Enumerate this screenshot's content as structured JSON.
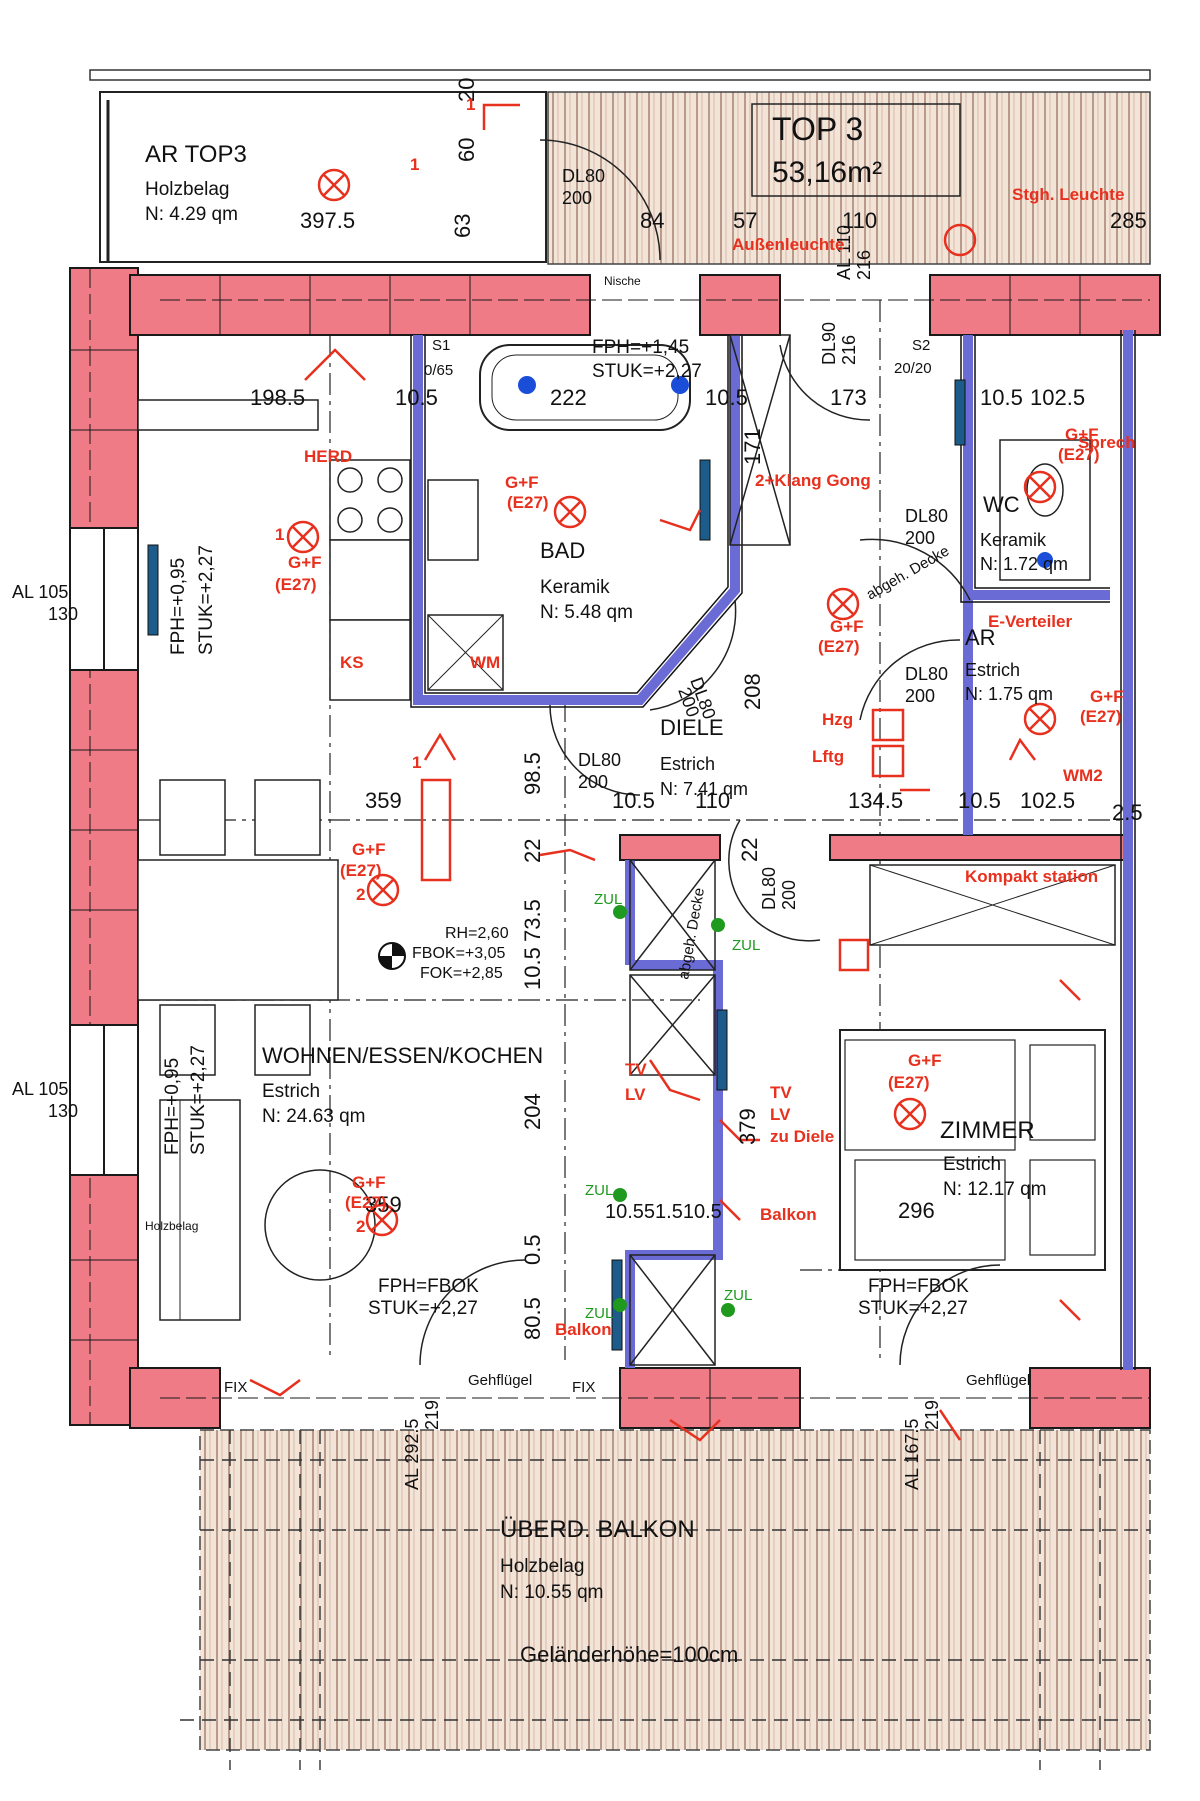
{
  "colors": {
    "wall": "#ee7b86",
    "wall_stroke": "#1a1a1a",
    "ink": "#111111",
    "electric": "#e8301e",
    "insulation": "#6b6bd6",
    "wood_deck": "#f3e4d8",
    "green": "#1f9a1f",
    "blue": "#1a4ed8"
  },
  "top": {
    "title": "TOP 3",
    "area": "53,16m²"
  },
  "rooms": [
    {
      "id": "ar-top3",
      "name": "AR TOP3",
      "floor": "Holzbelag",
      "area": "N:  4.29  qm"
    },
    {
      "id": "bad",
      "name": "BAD",
      "floor": "Keramik",
      "area": "N:  5.48  qm"
    },
    {
      "id": "wc",
      "name": "WC",
      "floor": "Keramik",
      "area": "N:  1.72  qm"
    },
    {
      "id": "ar",
      "name": "AR",
      "floor": "Estrich",
      "area": "N:  1.75  qm"
    },
    {
      "id": "diele",
      "name": "DIELE",
      "floor": "Estrich",
      "area": "N:  7.41  qm"
    },
    {
      "id": "wohnen",
      "name": "WOHNEN/ESSEN/KOCHEN",
      "floor": "Estrich",
      "area": "N:  24.63  qm"
    },
    {
      "id": "zimmer",
      "name": "ZIMMER",
      "floor": "Estrich",
      "area": "N:  12.17  qm"
    },
    {
      "id": "balkon",
      "name": "ÜBERD. BALKON",
      "floor": "Holzbelag",
      "area": "N:  10.55  qm"
    }
  ],
  "balkon_railing": "Geländerhöhe=100cm",
  "dimensions": [
    "397.5",
    "63",
    "60",
    "20",
    "84",
    "57",
    "110",
    "285",
    "198.5",
    "10.5",
    "222",
    "10.5",
    "173",
    "10.5",
    "102.5",
    "359",
    "98.5",
    "10.5",
    "110",
    "134.5",
    "10.5",
    "102.5",
    "22",
    "22",
    "73.5",
    "10.5",
    "204",
    "379",
    "10.551.510.5",
    "296",
    "0.5",
    "80.5",
    "359",
    "171",
    "208",
    "2.5"
  ],
  "doors": [
    "DL80",
    "200",
    "DL80",
    "200",
    "DL80",
    "200",
    "DL80",
    "200",
    "DL80",
    "200",
    "DL80",
    "200",
    "DL90",
    "216",
    "AL 105",
    "130",
    "AL 105",
    "130",
    "AL 292.5",
    "219",
    "AL 167.5",
    "219",
    "AL 110",
    "216"
  ],
  "heights": {
    "bad": [
      "FPH=+1,45",
      "STUK=+2,27"
    ],
    "kitchen_window": [
      "FPH=+0,95",
      "STUK=+2,27"
    ],
    "living_window": [
      "FPH=+0,95",
      "STUK=+2,27"
    ],
    "ceiling": [
      "RH=2,60",
      "FBOK=+3,05",
      "FOK=+2,85"
    ],
    "living_door": [
      "FPH=FBOK",
      "STUK=+2,27"
    ],
    "zimmer_door": [
      "FPH=FBOK",
      "STUK=+2,27"
    ]
  },
  "electric_labels": [
    "HERD",
    "G+F",
    "(E27)",
    "1",
    "G+F",
    "(E27)",
    "KS",
    "WM",
    "G+F",
    "(E27)",
    "G+F",
    "(E27)",
    "2",
    "G+F",
    "(E27)",
    "2",
    "G+F",
    "(E27)",
    "G+F",
    "(E27)",
    "G+F",
    "(E27)",
    "2+Klang Gong",
    "Außenleuchte",
    "Stgh. Leuchte",
    "E-Verteiler",
    "Hzg",
    "Lftg",
    "Kompakt station",
    "TV",
    "LV",
    "TV",
    "LV",
    "zu Diele",
    "Balkon",
    "Balkon",
    "WM2",
    "Sprech",
    "1",
    "1",
    "1"
  ],
  "misc_labels": [
    "S1",
    "0/65",
    "S2",
    "20/20",
    "FIX",
    "FIX",
    "Gehflügel",
    "Gehflügel",
    "ZUL",
    "ZUL",
    "ZUL",
    "ZUL",
    "ZUL",
    "abgeh. Decke",
    "abgeh. Decke",
    "Nische",
    "Holzbelag"
  ]
}
